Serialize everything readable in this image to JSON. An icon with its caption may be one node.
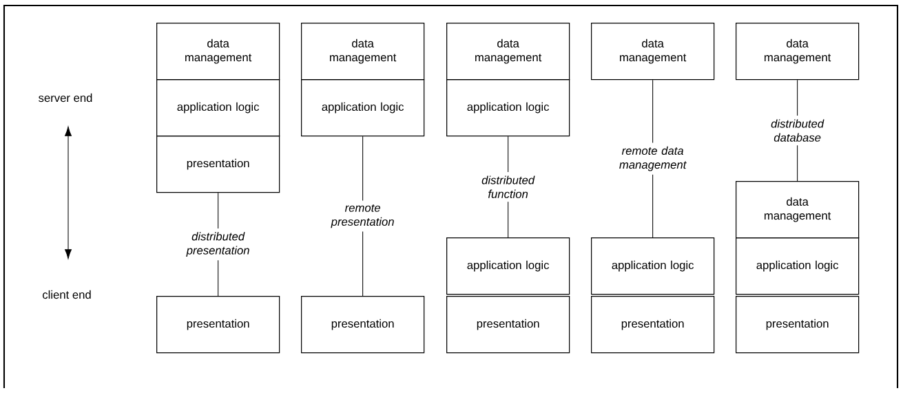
{
  "diagram": {
    "nodes": [
      {
        "text": [
          "data management"
        ]
      },
      {
        "text": [
          "application logic"
        ]
      },
      {
        "text": [
          "presentation"
        ]
      },
      {
        "text": [
          "presentation"
        ]
      },
      {
        "text": [
          "data management"
        ]
      },
      {
        "text": [
          "application logic"
        ]
      },
      {
        "text": [
          "presentation"
        ]
      },
      {
        "text": [
          "data management"
        ]
      },
      {
        "text": [
          "application logic"
        ]
      },
      {
        "text": [
          "application logic"
        ]
      },
      {
        "text": [
          "presentation"
        ]
      },
      {
        "text": [
          "data management"
        ]
      },
      {
        "text": [
          "application logic"
        ]
      },
      {
        "text": [
          "presentation"
        ]
      },
      {
        "text": [
          "data management"
        ]
      },
      {
        "text": [
          "data management"
        ]
      },
      {
        "text": [
          "application logic"
        ]
      },
      {
        "text": [
          "presentation"
        ]
      }
    ],
    "edges": [
      {
        "from": 2,
        "to": 3,
        "arrow": "none",
        "label": "distributed presentation"
      },
      {
        "from": 5,
        "to": 6,
        "arrow": "none",
        "label": "remote presentation"
      },
      {
        "from": 8,
        "to": 9,
        "arrow": "none",
        "label": "distributed function"
      },
      {
        "from": 11,
        "to": 12,
        "arrow": "none",
        "label": "remote data management"
      },
      {
        "from": 14,
        "to": 15,
        "arrow": "none",
        "label": "distributed database"
      }
    ],
    "labels": [
      "server end",
      "client end"
    ]
  }
}
